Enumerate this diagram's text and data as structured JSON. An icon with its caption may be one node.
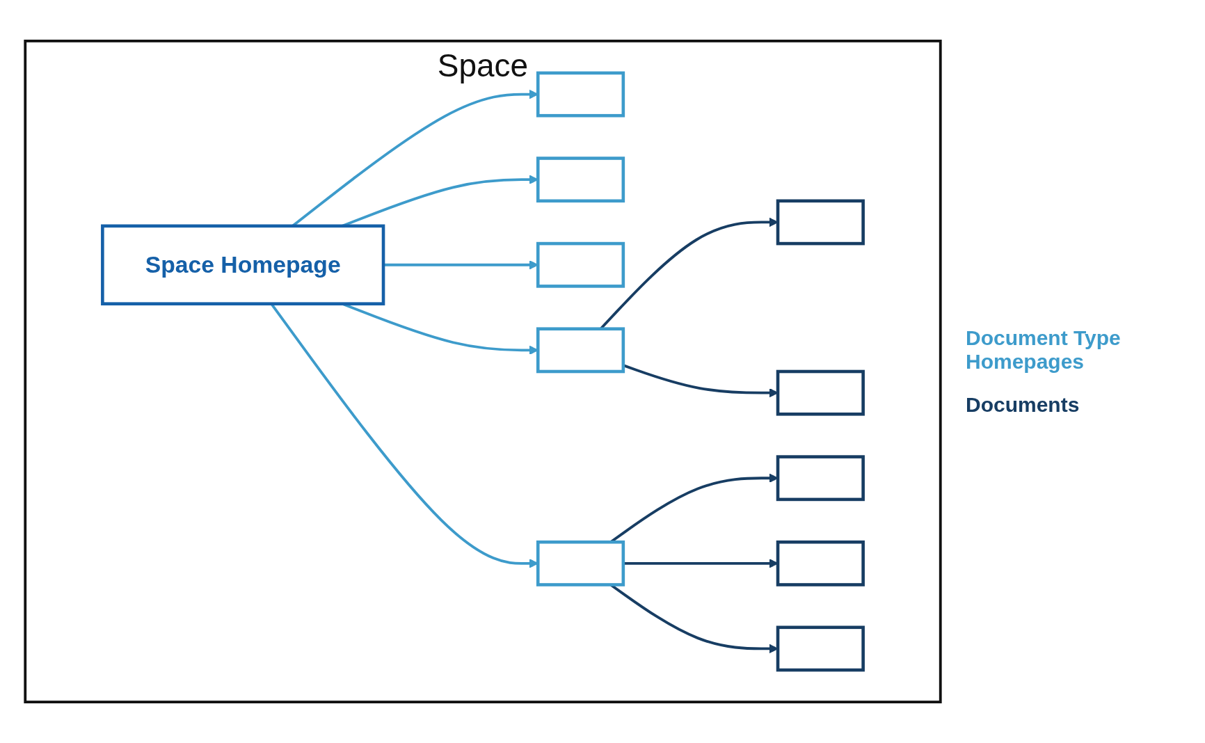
{
  "diagram": {
    "nodes": [
      {
        "text": [
          "Space"
        ]
      },
      {
        "text": [],
        "shape": "box",
        "in": 0
      },
      {
        "text": [],
        "shape": "box",
        "in": 0
      },
      {
        "text": [],
        "shape": "box",
        "in": 0
      },
      {
        "text": [
          "Space Homepage"
        ],
        "in": 0
      },
      {
        "text": [],
        "shape": "box",
        "in": 0
      },
      {
        "text": [],
        "shape": "box",
        "in": 0
      },
      {
        "text": [],
        "shape": "box",
        "in": 0
      },
      {
        "text": [],
        "shape": "box",
        "in": 0
      },
      {
        "text": [],
        "shape": "box",
        "in": 0
      },
      {
        "text": [],
        "shape": "box",
        "in": 0
      },
      {
        "text": [],
        "shape": "box",
        "in": 0
      }
    ],
    "edges": [
      {
        "from": 4,
        "to": 1,
        "arrow": "to",
        "color": "#3d9bcb"
      },
      {
        "from": 4,
        "to": 2,
        "arrow": "to",
        "color": "#3d9bcb"
      },
      {
        "from": 4,
        "to": 3,
        "arrow": "to",
        "color": "#3d9bcb"
      },
      {
        "from": 4,
        "to": 5,
        "arrow": "to",
        "color": "#3d9bcb"
      },
      {
        "from": 4,
        "to": 6,
        "arrow": "to",
        "color": "#3d9bcb"
      },
      {
        "from": 5,
        "to": 7,
        "arrow": "to",
        "color": "#173d63"
      },
      {
        "from": 5,
        "to": 8,
        "arrow": "to",
        "color": "#173d63"
      },
      {
        "from": 6,
        "to": 9,
        "arrow": "to",
        "color": "#173d63"
      },
      {
        "from": 6,
        "to": 10,
        "arrow": "to",
        "color": "#173d63"
      },
      {
        "from": 6,
        "to": 11,
        "arrow": "to",
        "color": "#173d63"
      }
    ],
    "labels": [
      "Document Type Homepages",
      "Documents"
    ]
  }
}
